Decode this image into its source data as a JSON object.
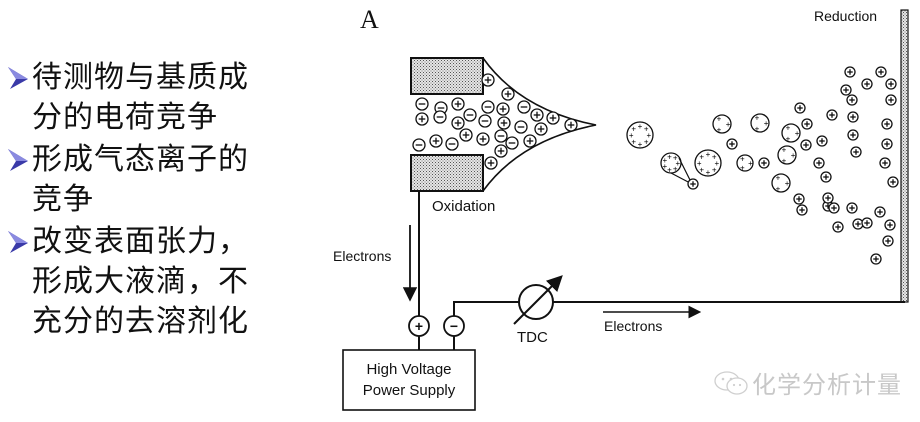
{
  "bullets": [
    {
      "text": "待测物与基质成分的电荷竞争"
    },
    {
      "text": "形成气态离子的竞争"
    },
    {
      "text": "改变表面张力，形成大液滴，不充分的去溶剂化"
    }
  ],
  "diagram": {
    "panel_label": "A",
    "labels": {
      "reduction": "Reduction",
      "oxidation": "Oxidation",
      "electrons_left": "Electrons",
      "electrons_bottom": "Electrons",
      "tdc": "TDC",
      "power_supply_line1": "High Voltage",
      "power_supply_line2": "Power Supply",
      "plus_terminal": "+",
      "minus_terminal": "−"
    },
    "colors": {
      "bullet_arrow": "#3a3aa8",
      "line": "#111111",
      "electrode_fill": "#c8c8c8"
    }
  },
  "watermark": {
    "icon": "wechat-icon",
    "text": "化学分析计量"
  }
}
